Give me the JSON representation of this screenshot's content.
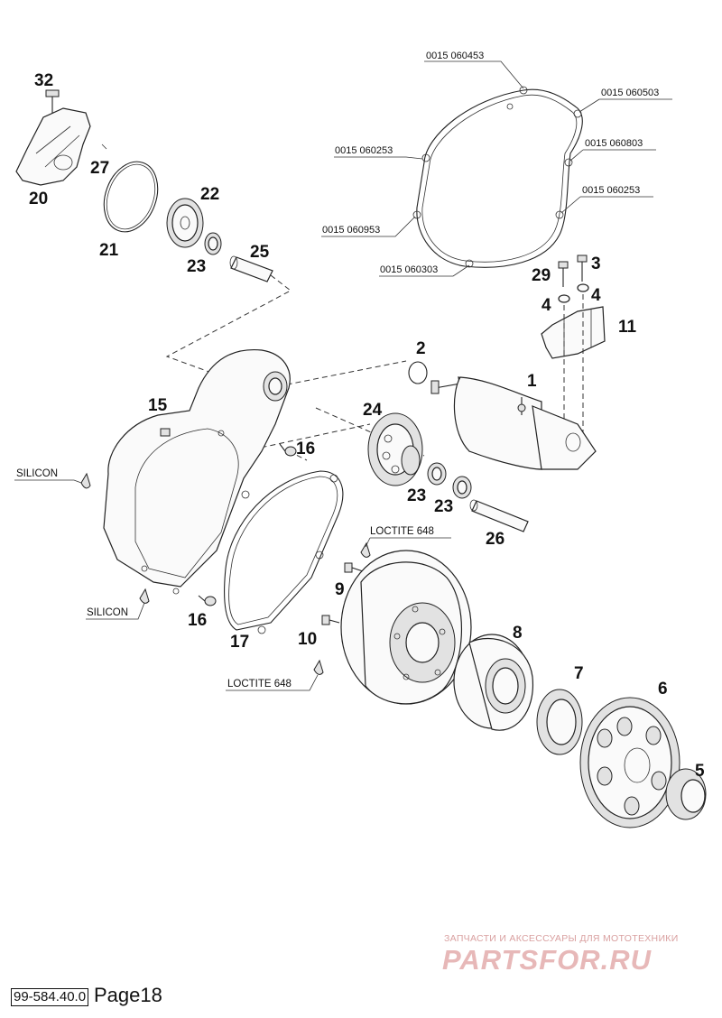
{
  "footer": {
    "catalog_code": "99-584.40.0",
    "page_label": "Page18"
  },
  "watermark": {
    "subtitle": "ЗАПЧАСТИ И АКСЕССУАРЫ ДЛЯ МОТОТЕХНИКИ",
    "brand": "PARTSFOR.RU"
  },
  "notes": {
    "silicon_1": "SILICON",
    "silicon_2": "SILICON",
    "loctite_1": "LOCTITE 648",
    "loctite_2": "LOCTITE 648"
  },
  "gasket_codes": [
    "0015 060453",
    "0015 060503",
    "0015 060253",
    "0015 060803",
    "0015 060253",
    "0015 060953",
    "0015 060303"
  ],
  "parts": [
    "32",
    "27",
    "20",
    "21",
    "22",
    "23",
    "25",
    "29",
    "3",
    "4",
    "4",
    "11",
    "2",
    "1",
    "15",
    "24",
    "16",
    "23",
    "23",
    "26",
    "9",
    "16",
    "17",
    "10",
    "8",
    "7",
    "6",
    "5"
  ],
  "colors": {
    "line": "#222222",
    "watermark": "#e7b8b8"
  }
}
